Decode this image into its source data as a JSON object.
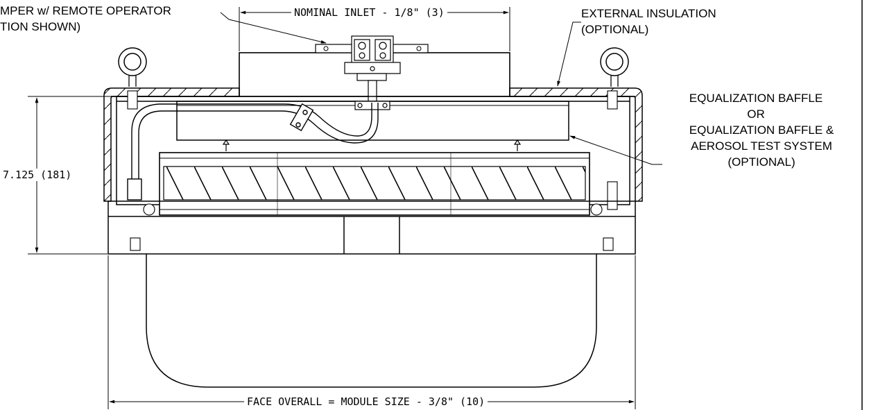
{
  "callouts": {
    "damper": {
      "line1": "MPER w/ REMOTE OPERATOR",
      "line2": "TION SHOWN)"
    },
    "external_insulation": {
      "line1": "EXTERNAL INSULATION",
      "line2": "(OPTIONAL)"
    },
    "equalization": {
      "line1": "EQUALIZATION BAFFLE",
      "line2": "OR",
      "line3": "EQUALIZATION BAFFLE &",
      "line4": "AEROSOL TEST SYSTEM",
      "line5": "(OPTIONAL)"
    }
  },
  "dimensions": {
    "nominal_inlet": "NOMINAL INLET - 1/8\" (3)",
    "height": "7.125 (181)",
    "face_overall": "FACE OVERALL = MODULE SIZE - 3/8\" (10)"
  }
}
